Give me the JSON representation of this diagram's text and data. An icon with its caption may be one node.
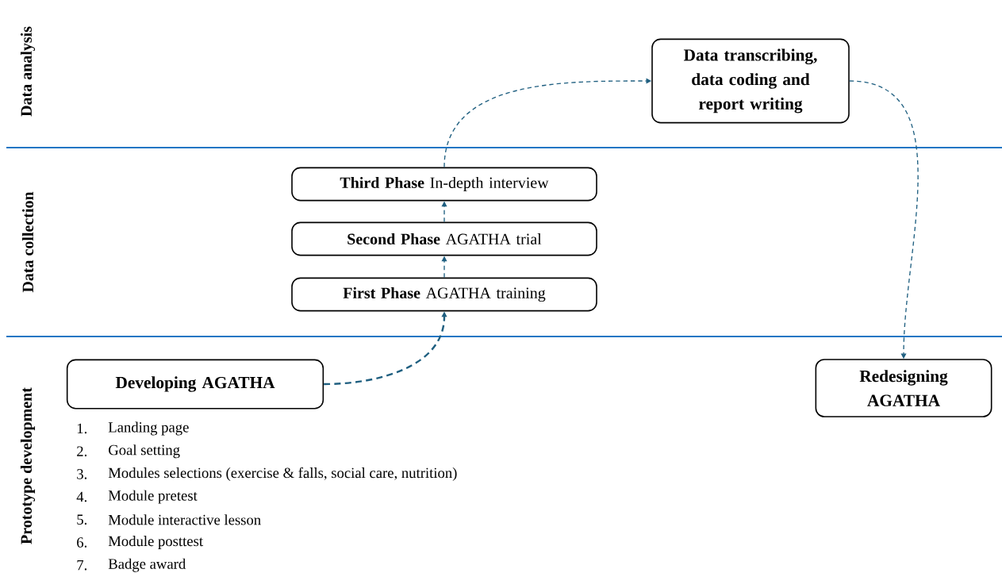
{
  "diagram": {
    "nodes": [
      {
        "text": [
          "Developing AGATHA"
        ]
      },
      {
        "text": [
          "**First Phase** AGATHA training"
        ]
      },
      {
        "text": [
          "**Second Phase** AGATHA trial"
        ]
      },
      {
        "text": [
          "**Third Phase** In-depth interview"
        ]
      },
      {
        "text": [
          "Data transcribing, data coding and report writing"
        ]
      },
      {
        "text": [
          "Redesigning AGATHA"
        ]
      }
    ],
    "edges": [
      {
        "from": 0,
        "to": 1,
        "arrow": "to",
        "style": "dashed"
      },
      {
        "from": 1,
        "to": 2,
        "arrow": "to",
        "style": "dashed"
      },
      {
        "from": 2,
        "to": 3,
        "arrow": "to",
        "style": "dashed"
      },
      {
        "from": 3,
        "to": 4,
        "arrow": "to",
        "style": "dashed"
      },
      {
        "from": 4,
        "to": 5,
        "arrow": "to",
        "style": "dashed"
      }
    ],
    "labels": [
      "Data analysis",
      "Data collection",
      "Prototype development",
      "1.",
      "Landing page",
      "2.",
      "Goal setting",
      "3.",
      "Modules selections (exercise & falls, social care, nutrition)",
      "4.",
      "Module pretest",
      "5.",
      "Module interactive lesson",
      "6.",
      "Module posttest",
      "7.",
      "Badge award"
    ]
  }
}
